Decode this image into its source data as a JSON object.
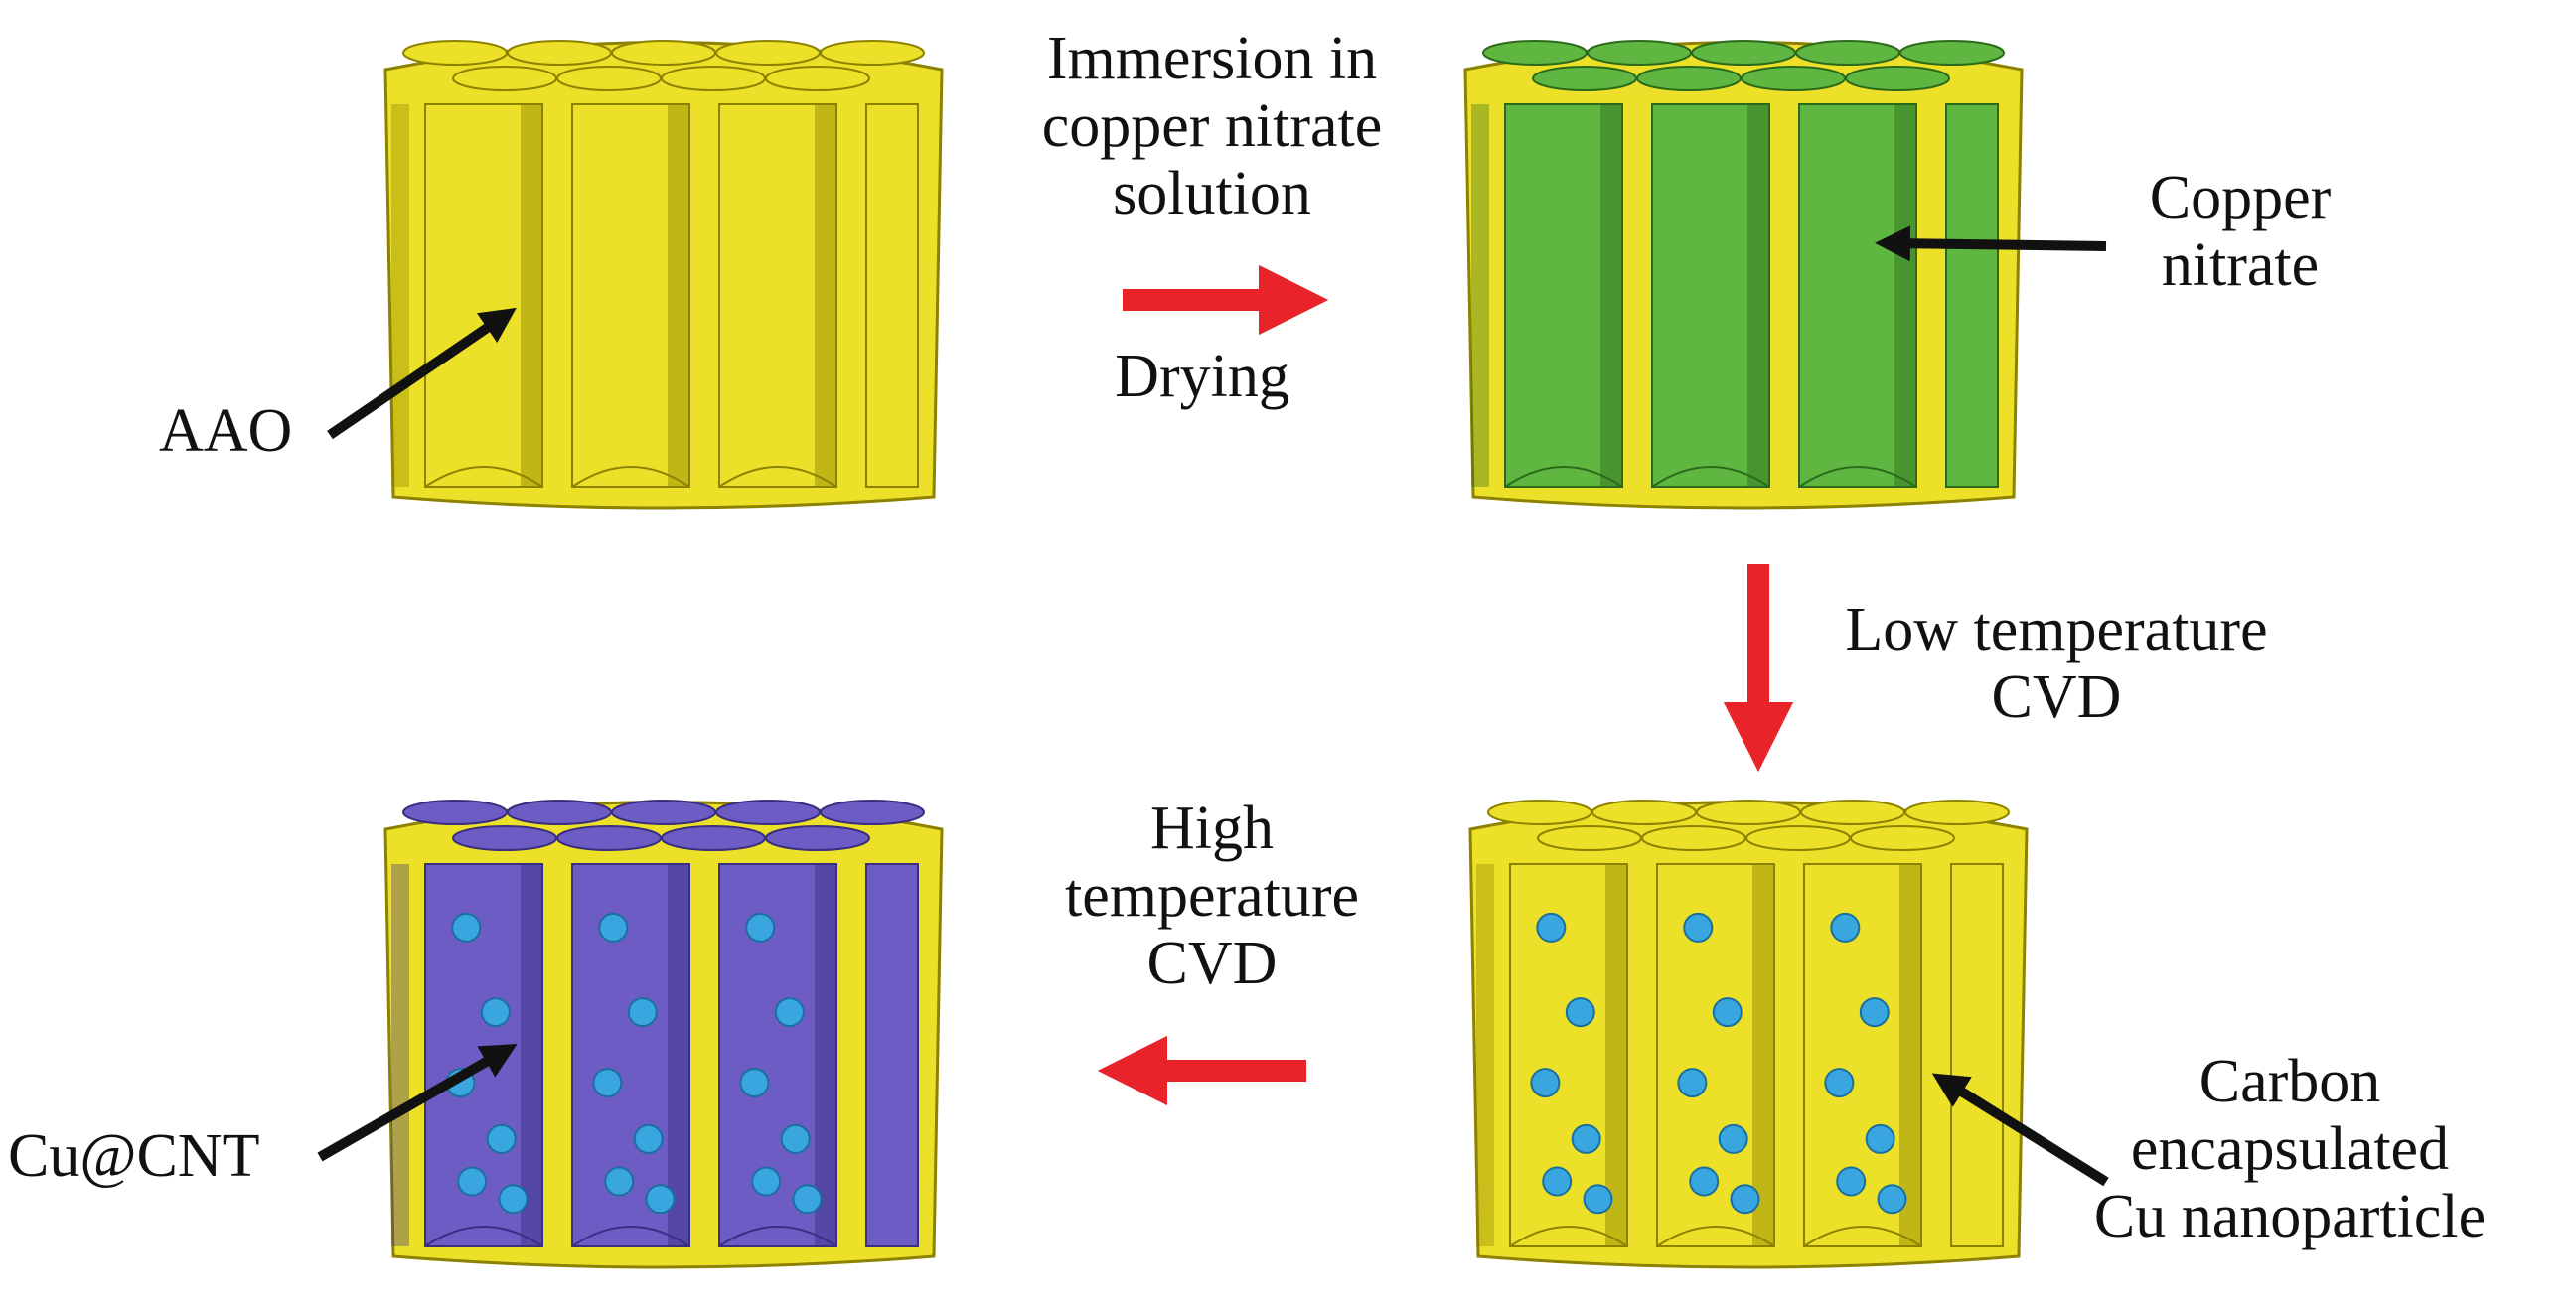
{
  "title": "",
  "stages": [
    {
      "id": "aao",
      "label": "AAO",
      "fill": "yellow",
      "particles": false
    },
    {
      "id": "copper-nitrate",
      "label": "Copper\nnitrate",
      "fill": "green",
      "particles": false
    },
    {
      "id": "carbon-encapsulated",
      "label": "Carbon\nencapsulated\nCu nanoparticle",
      "fill": "yellow",
      "particles": true
    },
    {
      "id": "cu-cnt",
      "label": "Cu@CNT",
      "fill": "purple",
      "particles": true
    }
  ],
  "steps": [
    {
      "top": "Immersion in\ncopper nitrate\nsolution",
      "bottom": "Drying",
      "direction": "right"
    },
    {
      "top": "",
      "bottom": "Low temperature\nCVD",
      "direction": "down"
    },
    {
      "top": "High\ntemperature\nCVD",
      "bottom": "",
      "direction": "left"
    }
  ],
  "colors": {
    "yellow": "#ece028",
    "yellow_dark": "#8c8200",
    "green": "#5fb640",
    "green_dark": "#2c6a1b",
    "purple": "#6c5cc4",
    "purple_dark": "#3a2e80",
    "particle": "#3aa6e0",
    "arrow_process": "#e8242a",
    "arrow_pointer": "#111111"
  }
}
